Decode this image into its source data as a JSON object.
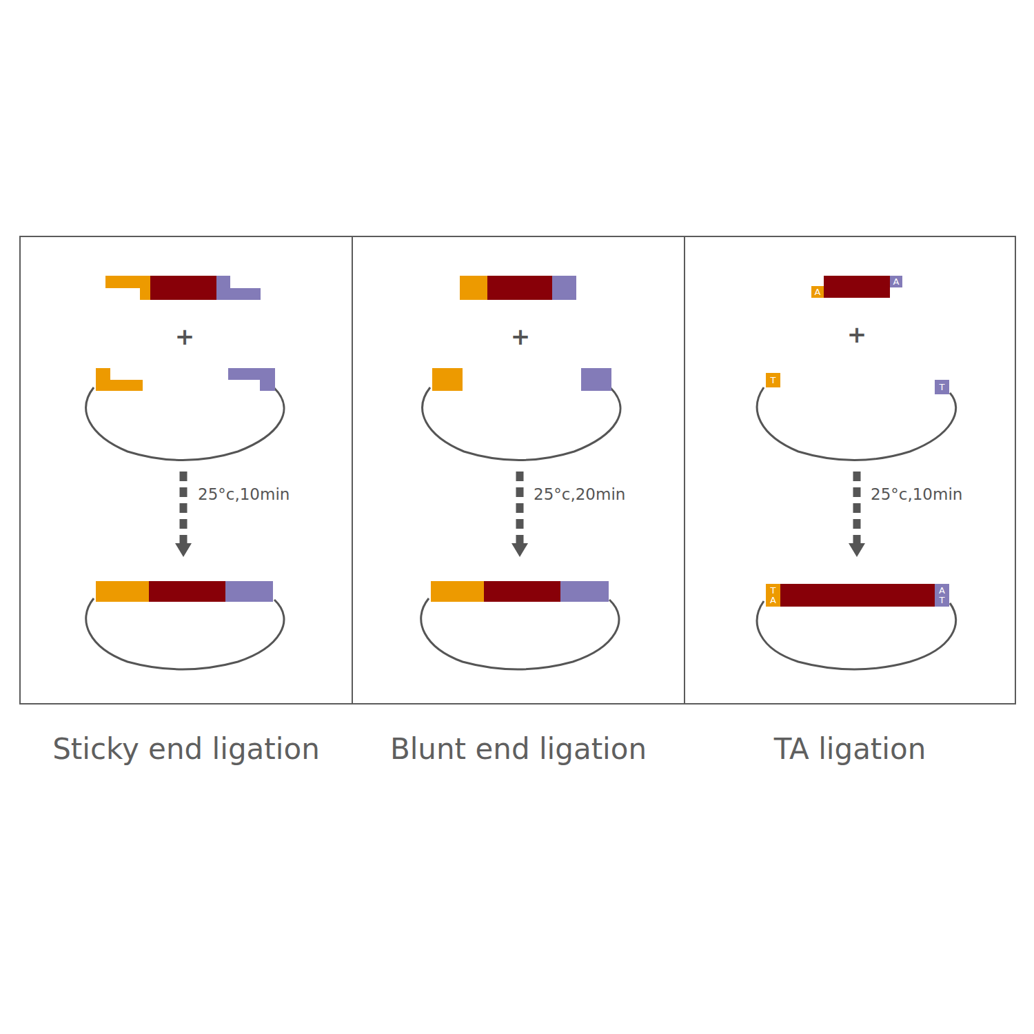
{
  "diagram": {
    "nodes": [
      {
        "text": [
          "Sticky end ligation"
        ]
      },
      {
        "text": [
          "Blunt end ligation"
        ]
      },
      {
        "text": [
          "TA ligation"
        ]
      },
      {
        "text": [
          "A"
        ],
        "in": 2
      },
      {
        "text": [
          "A"
        ],
        "in": 2
      },
      {
        "text": [
          "T"
        ],
        "in": 2
      },
      {
        "text": [
          "T"
        ],
        "in": 2
      },
      {
        "text": [
          "T",
          "A"
        ],
        "in": 2
      },
      {
        "text": [
          "A",
          "T"
        ],
        "in": 2
      }
    ],
    "labels": [
      "+",
      "25°c,10min",
      "+",
      "25°c,20min",
      "+",
      "25°c,10min"
    ]
  }
}
